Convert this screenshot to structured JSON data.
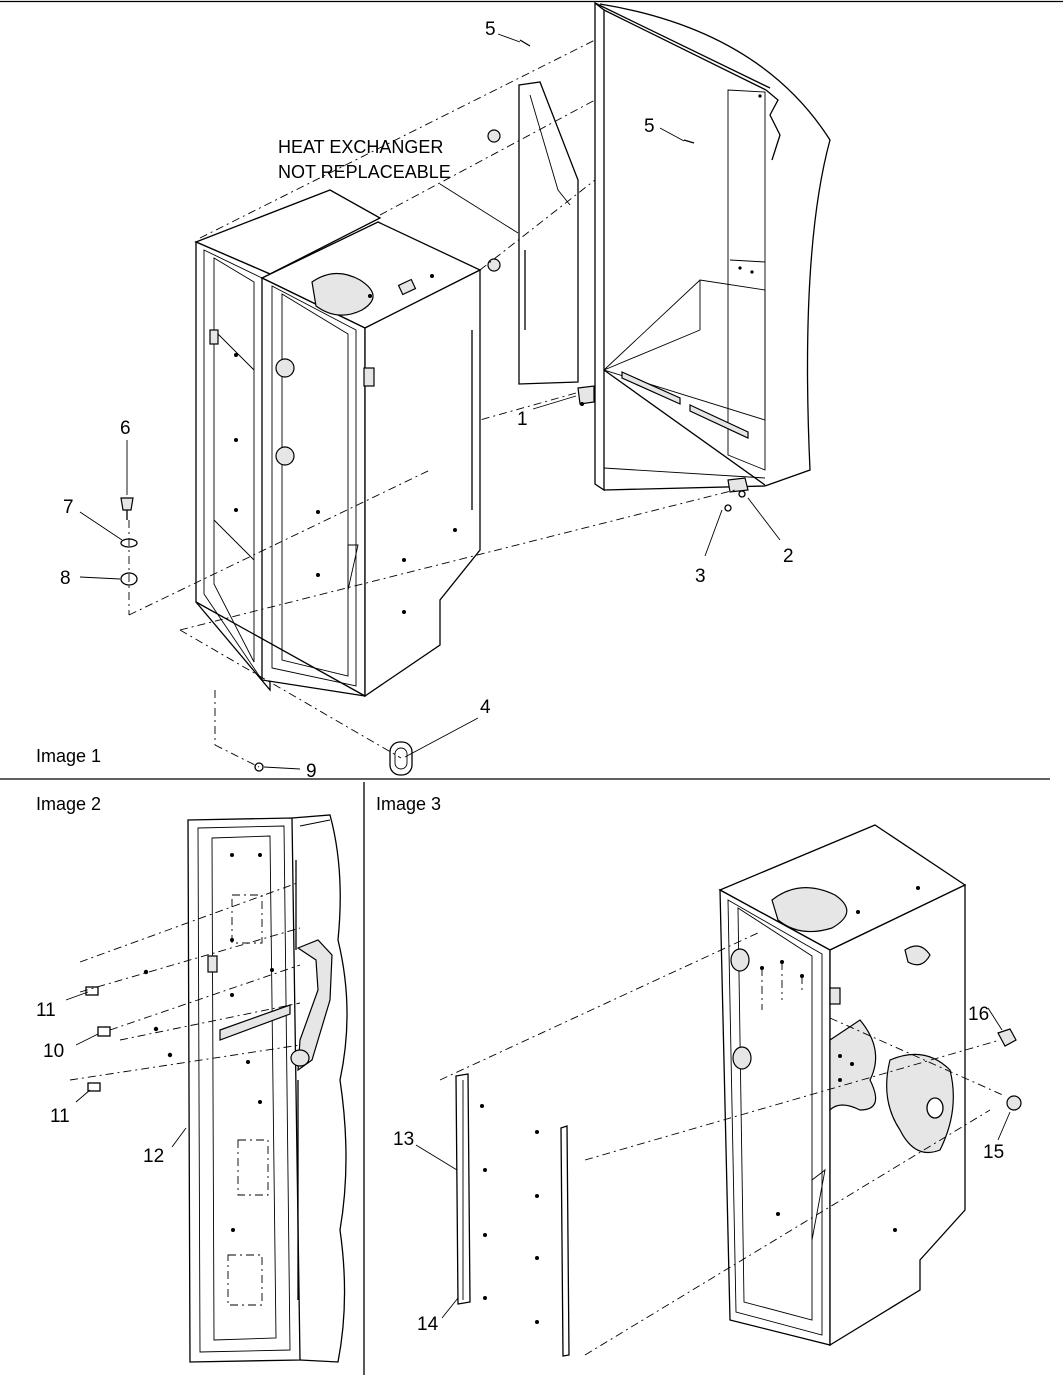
{
  "captions": {
    "image1": "Image 1",
    "image2": "Image 2",
    "image3": "Image 3"
  },
  "note": {
    "line1": "HEAT EXCHANGER",
    "line2": "NOT REPLACEABLE"
  },
  "callouts": {
    "c1": "1",
    "c2": "2",
    "c3": "3",
    "c4": "4",
    "c5a": "5",
    "c5b": "5",
    "c6": "6",
    "c7": "7",
    "c8": "8",
    "c9": "9",
    "c10": "10",
    "c11a": "11",
    "c11b": "11",
    "c12": "12",
    "c13": "13",
    "c14": "14",
    "c15": "15",
    "c16": "16"
  }
}
